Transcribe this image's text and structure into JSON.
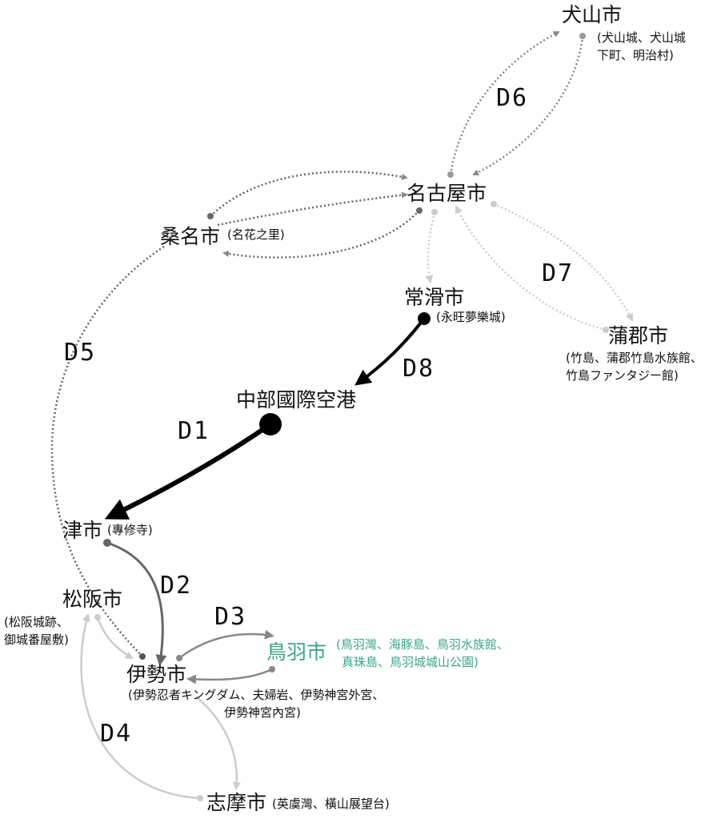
{
  "colors": {
    "accent_teal": "#3aa58a",
    "strong": "#000000",
    "medium": "#666666",
    "light": "#cccccc",
    "dotted": "#888888"
  },
  "cities": {
    "inuyama": {
      "name": "犬山市",
      "sub1": "(犬山城、犬山城",
      "sub2": "下町、明治村)"
    },
    "nagoya": {
      "name": "名古屋市"
    },
    "kuwana": {
      "name": "桑名市",
      "sub1": "(名花之里)"
    },
    "tokoname": {
      "name": "常滑市",
      "sub1": "(永旺夢樂城)"
    },
    "gamagori": {
      "name": "蒲郡市",
      "sub1": "(竹島、蒲郡竹島水族館、",
      "sub2": "竹島ファンタジー館)"
    },
    "airport": {
      "name": "中部國際空港"
    },
    "tsu": {
      "name": "津市",
      "sub1": "(專修寺)"
    },
    "matsusaka": {
      "name": "松阪市",
      "sub1": "(松阪城跡、",
      "sub2": "御城番屋敷)"
    },
    "ise": {
      "name": "伊勢市",
      "sub1": "(伊勢忍者キングダム、夫婦岩、伊勢神宮外宮、",
      "sub2": "伊勢神宮內宮)"
    },
    "toba": {
      "name": "鳥羽市",
      "sub1": "(鳥羽灣、海豚島、鳥羽水族館、",
      "sub2": "真珠島、鳥羽城城山公園)"
    },
    "shima": {
      "name": "志摩市",
      "sub1": "(英虞灣、橫山展望台)"
    }
  },
  "days": {
    "d1": "D1",
    "d2": "D2",
    "d3": "D3",
    "d4": "D4",
    "d5": "D5",
    "d6": "D6",
    "d7": "D7",
    "d8": "D8"
  }
}
